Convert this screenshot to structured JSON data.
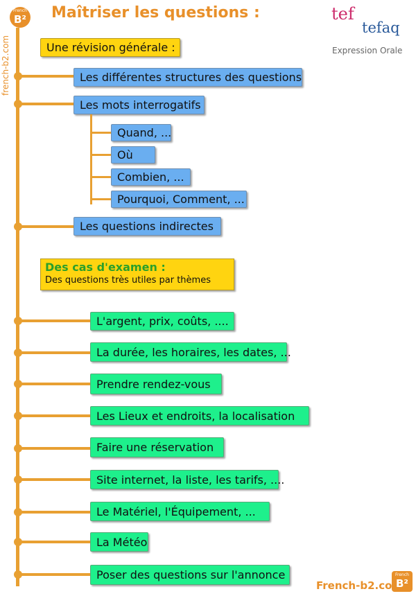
{
  "header": {
    "title": "Maîtriser les questions :",
    "badge_small": "French",
    "badge_big": "B²",
    "side_text": "french-b2.com"
  },
  "brand": {
    "tef": "tef",
    "tefaq": "tefaq",
    "subtitle": "Expression Orale"
  },
  "section1": {
    "title": "Une révision générale :",
    "items": [
      "Les différentes structures des questions",
      "Les mots interrogatifs",
      "Les questions indirectes"
    ],
    "sub_items": [
      "Quand, ...",
      "Où",
      "Combien, ...",
      "Pourquoi, Comment, ..."
    ]
  },
  "section2": {
    "title": "Des cas d'examen :",
    "subtitle": "Des questions très utiles par thèmes",
    "items": [
      "L'argent, prix, coûts, ....",
      "La durée, les horaires, les dates, ...",
      "Prendre rendez-vous",
      "Les Lieux et endroits, la localisation",
      "Faire une réservation",
      "Site internet, la liste, les tarifs, ....",
      "Le Matériel, l'Équipement, ...",
      "La Météo",
      "Poser des questions sur l'annonce"
    ]
  },
  "footer": {
    "site": "French-b2.com",
    "badge_small": "French",
    "badge_big": "B²"
  },
  "colors": {
    "accent": "#e8a032",
    "blue_box": "#6aaef0",
    "green_box": "#1ef08c",
    "yellow_box": "#ffd410"
  }
}
